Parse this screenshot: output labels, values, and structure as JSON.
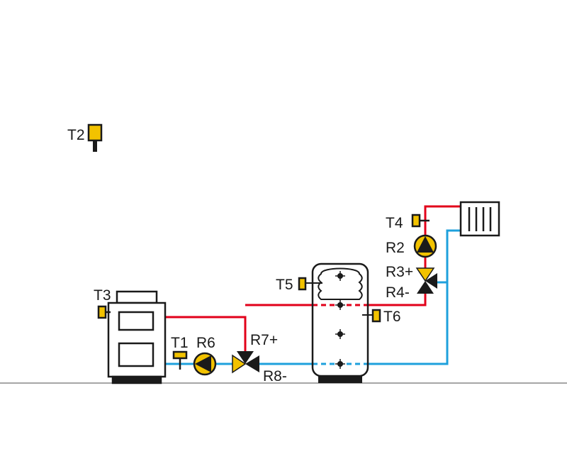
{
  "colors": {
    "supply_pipe": "#e2001a",
    "return_pipe": "#1ea0dc",
    "sensor": "#f2c200",
    "pump": "#f2c200",
    "outline": "#1a1a1a",
    "ground": "#888888"
  },
  "labels": {
    "t1": "T1",
    "t2": "T2",
    "t3": "T3",
    "t4": "T4",
    "t5": "T5",
    "t6": "T6",
    "r2": "R2",
    "r3": "R3+",
    "r4": "R4-",
    "r6": "R6",
    "r7": "R7+",
    "r8": "R8-"
  },
  "icons": {
    "boiler": "solid-fuel-boiler-icon",
    "tank": "buffer-tank-icon",
    "radiator": "radiator-icon",
    "pump": "circulation-pump-icon",
    "valve": "three-way-mixing-valve-icon",
    "sensor": "temperature-sensor-icon"
  }
}
